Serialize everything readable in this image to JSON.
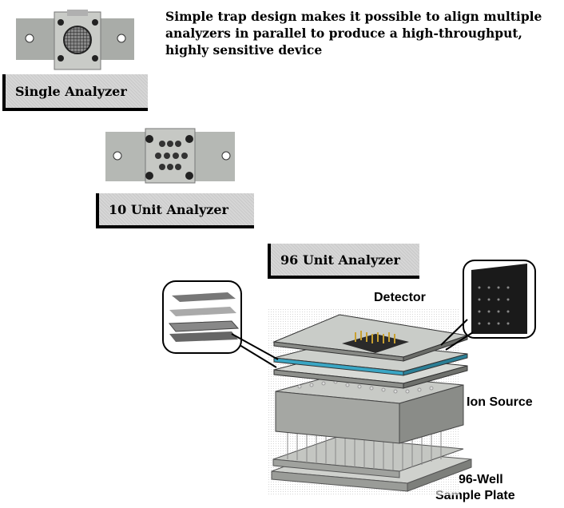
{
  "description": "Simple trap design makes it possible to align multiple analyzers in parallel to produce a high-throughput, highly sensitive device",
  "labels": {
    "single": "Single Analyzer",
    "ten": "10 Unit Analyzer",
    "ninety_six": "96 Unit Analyzer"
  },
  "components": {
    "detector": "Detector",
    "ion_source": "Ion Source",
    "plate_line1": "96-Well",
    "plate_line2": "Sample Plate"
  },
  "colors": {
    "metal": "#b9bcb8",
    "dark": "#303030",
    "accent": "#3aa6c4",
    "gold": "#c8a030"
  }
}
